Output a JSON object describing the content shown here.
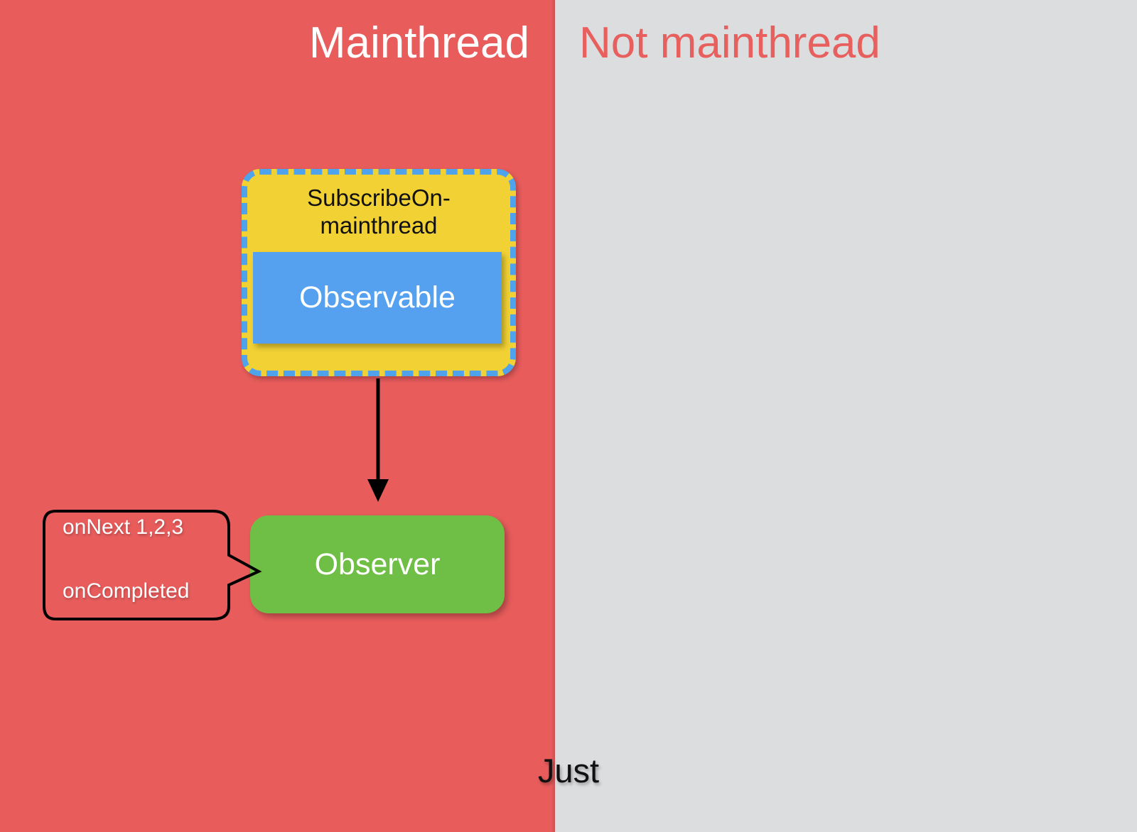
{
  "panes": {
    "left": {
      "title": "Mainthread",
      "color": "#e85c5c",
      "title_color": "#ffffff"
    },
    "right": {
      "title": "Not mainthread",
      "color": "#dcdddf",
      "title_color": "#e8605e"
    }
  },
  "diagram": {
    "subscribe_on": {
      "label": "SubscribeOn-\nmainthread",
      "label_line1": "SubscribeOn-",
      "label_line2": "mainthread",
      "fill": "#f1d134",
      "border_color": "#4ea3ec",
      "border_style": "dashed"
    },
    "observable": {
      "label": "Observable",
      "fill": "#55a1ef",
      "text_color": "#ffffff"
    },
    "observer": {
      "label": "Observer",
      "fill": "#6fbe46",
      "text_color": "#ffffff"
    },
    "arrow": {
      "name": "emission-arrow",
      "direction": "down",
      "color": "#000000"
    },
    "callout": {
      "line1": "onNext   1,2,3",
      "line2": "onCompleted",
      "text_color": "#ffffff",
      "border_color": "#000000"
    }
  },
  "footer": {
    "label": "Just",
    "color": "#111111"
  }
}
